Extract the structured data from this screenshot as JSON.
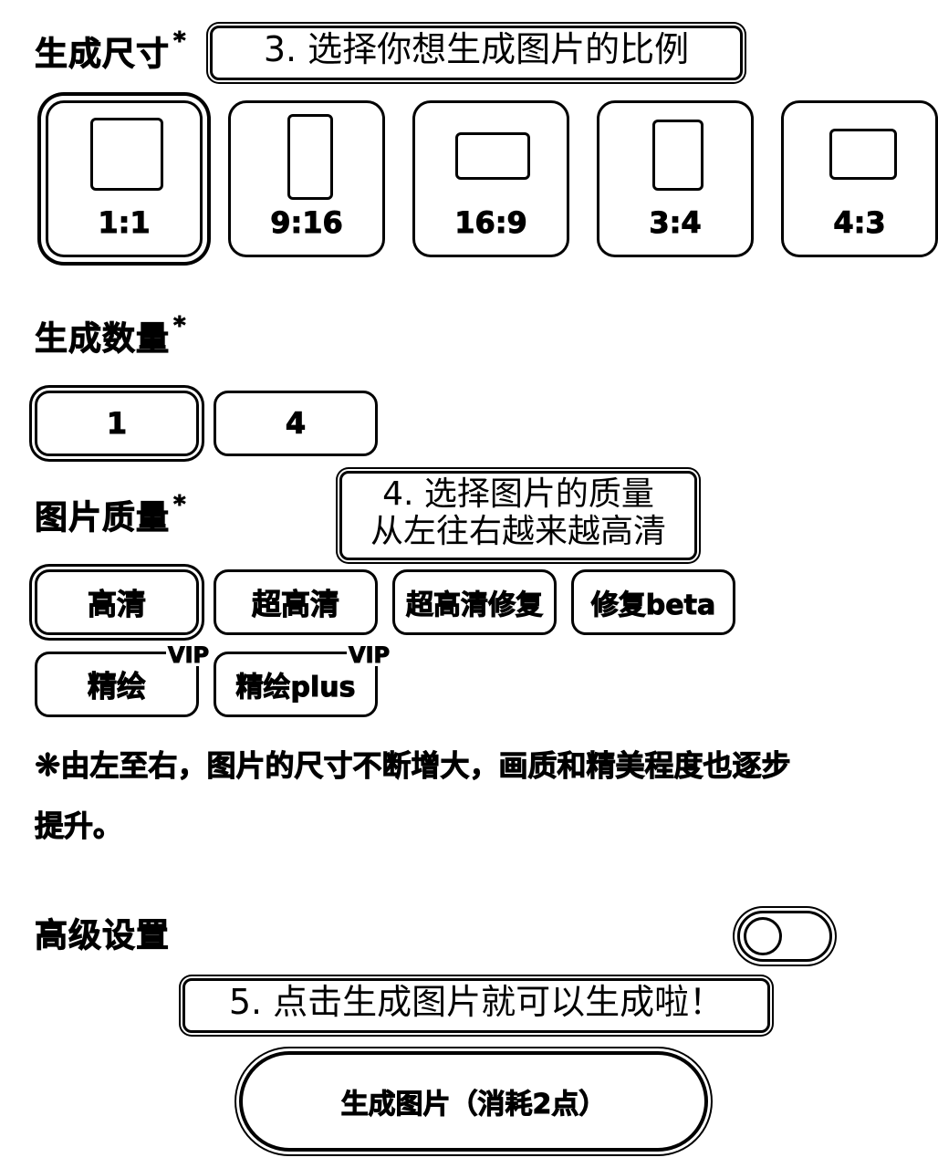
{
  "size_section": {
    "title": "生成尺寸",
    "required_mark": "*",
    "callout": "3. 选择你想生成图片的比例",
    "options": [
      {
        "label": "1:1",
        "selected": true
      },
      {
        "label": "9:16",
        "selected": false
      },
      {
        "label": "16:9",
        "selected": false
      },
      {
        "label": "3:4",
        "selected": false
      },
      {
        "label": "4:3",
        "selected": false
      }
    ]
  },
  "count_section": {
    "title": "生成数量",
    "required_mark": "*",
    "options": [
      {
        "label": "1",
        "selected": true
      },
      {
        "label": "4",
        "selected": false
      }
    ]
  },
  "quality_section": {
    "title": "图片质量",
    "required_mark": "*",
    "callout_line1": "4. 选择图片的质量",
    "callout_line2": "从左往右越来越高清",
    "options": [
      {
        "label": "高清",
        "badge": ""
      },
      {
        "label": "超高清",
        "badge": ""
      },
      {
        "label": "超高清修复",
        "badge": ""
      },
      {
        "label": "修复beta",
        "badge": ""
      },
      {
        "label": "精绘",
        "badge": "VIP"
      },
      {
        "label": "精绘plus",
        "badge": "VIP"
      }
    ],
    "note_icon": "❋",
    "note_line1": "由左至右，图片的尺寸不断增大，画质和精美程度也逐步",
    "note_line2": "提升。"
  },
  "advanced": {
    "title": "高级设置",
    "toggle_on": false
  },
  "generate": {
    "callout": "5. 点击生成图片就可以生成啦！",
    "button_label": "生成图片（消耗2点）"
  }
}
